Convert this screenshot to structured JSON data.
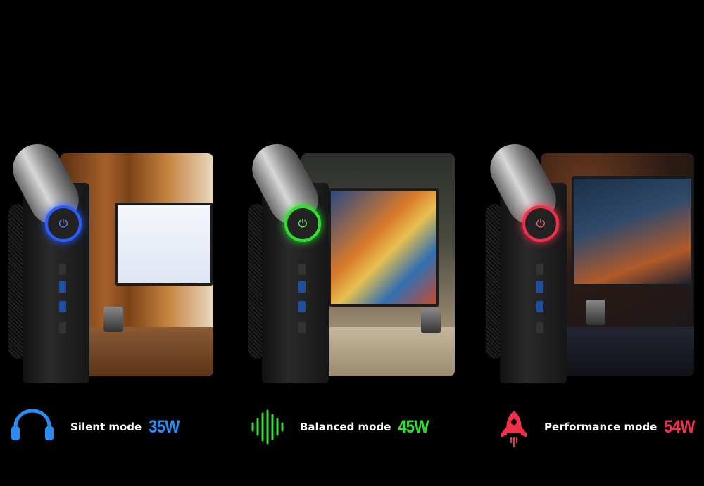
{
  "modes": [
    {
      "label": "Silent mode",
      "power": "35W",
      "icon": "headphones-icon",
      "color": "#2a8cf0"
    },
    {
      "label": "Balanced mode",
      "power": "45W",
      "icon": "sound-wave-icon",
      "color": "#2fe02f"
    },
    {
      "label": "Performance mode",
      "power": "54W",
      "icon": "rocket-icon",
      "color": "#f0304a"
    }
  ]
}
